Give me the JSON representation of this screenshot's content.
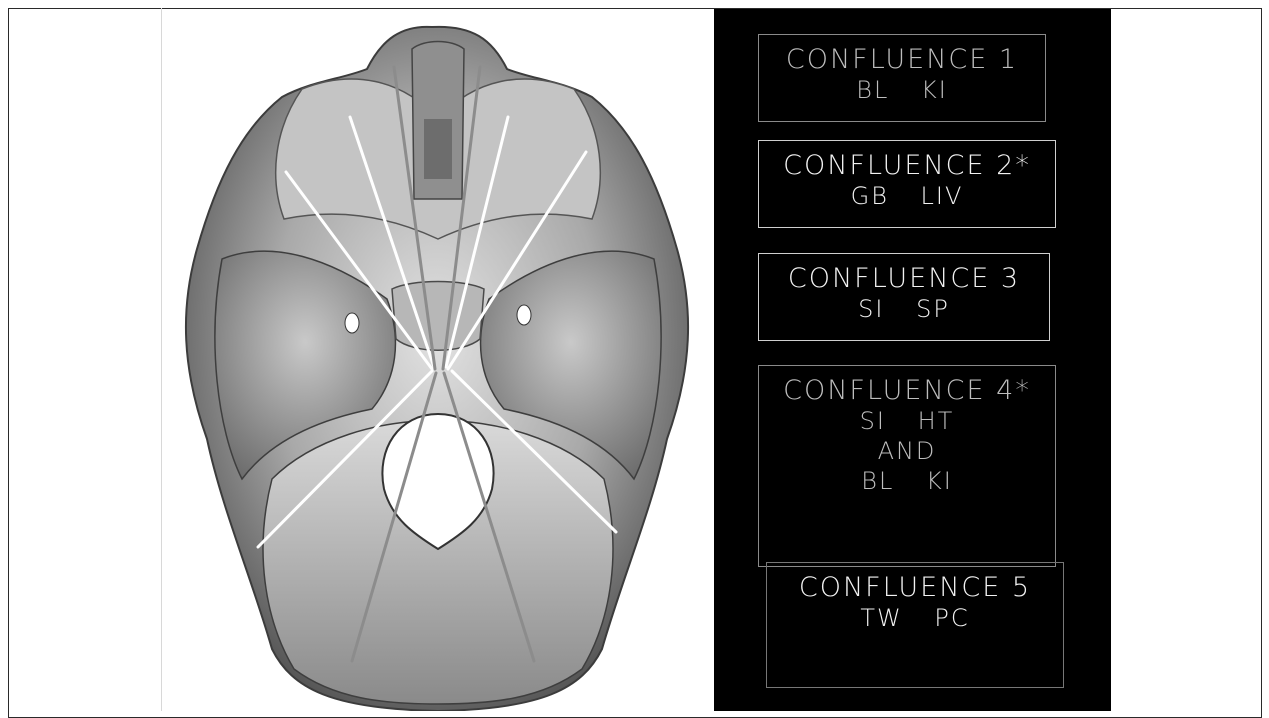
{
  "confluences": [
    {
      "title": "CONFLUENCE 1",
      "lines": [
        "BL KI"
      ]
    },
    {
      "title": "CONFLUENCE 2*",
      "lines": [
        "GB LIV"
      ]
    },
    {
      "title": "CONFLUENCE 3",
      "lines": [
        "SI SP"
      ]
    },
    {
      "title": "CONFLUENCE 4*",
      "lines": [
        "SI HT",
        "AND",
        "BL KI"
      ]
    },
    {
      "title": "CONFLUENCE 5",
      "lines": [
        "TW PC"
      ]
    }
  ],
  "colors": {
    "label_panel_bg": "#000000",
    "label_text": "#f2f2f2",
    "label_border": "#cfcfcf",
    "white_lines": "#ffffff",
    "gray_lines": "#8c8c8c",
    "skull_light": "#d6d6d6",
    "skull_dark": "#5a5a5a"
  }
}
